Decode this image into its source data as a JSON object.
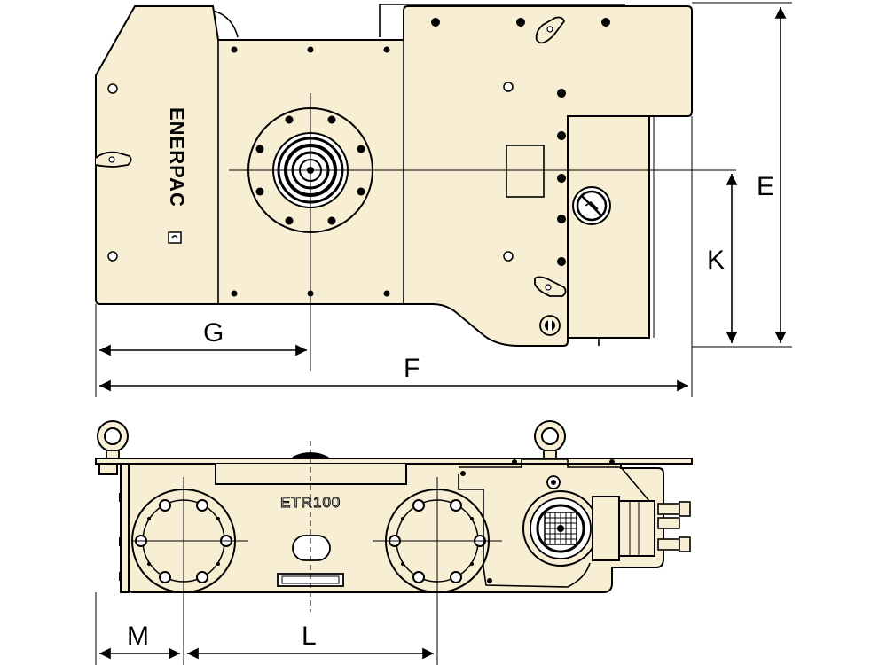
{
  "brand": "ENERPAC",
  "model": "ETR100",
  "dimension_labels": {
    "e": "E",
    "k": "K",
    "g": "G",
    "f": "F",
    "m": "M",
    "l": "L"
  },
  "colors": {
    "body_fill": "#f7eed3",
    "outline": "#000000",
    "background": "#ffffff"
  },
  "icons": [
    "eye-bolt-icon",
    "no-tool-warning-icon",
    "handle-icon"
  ]
}
